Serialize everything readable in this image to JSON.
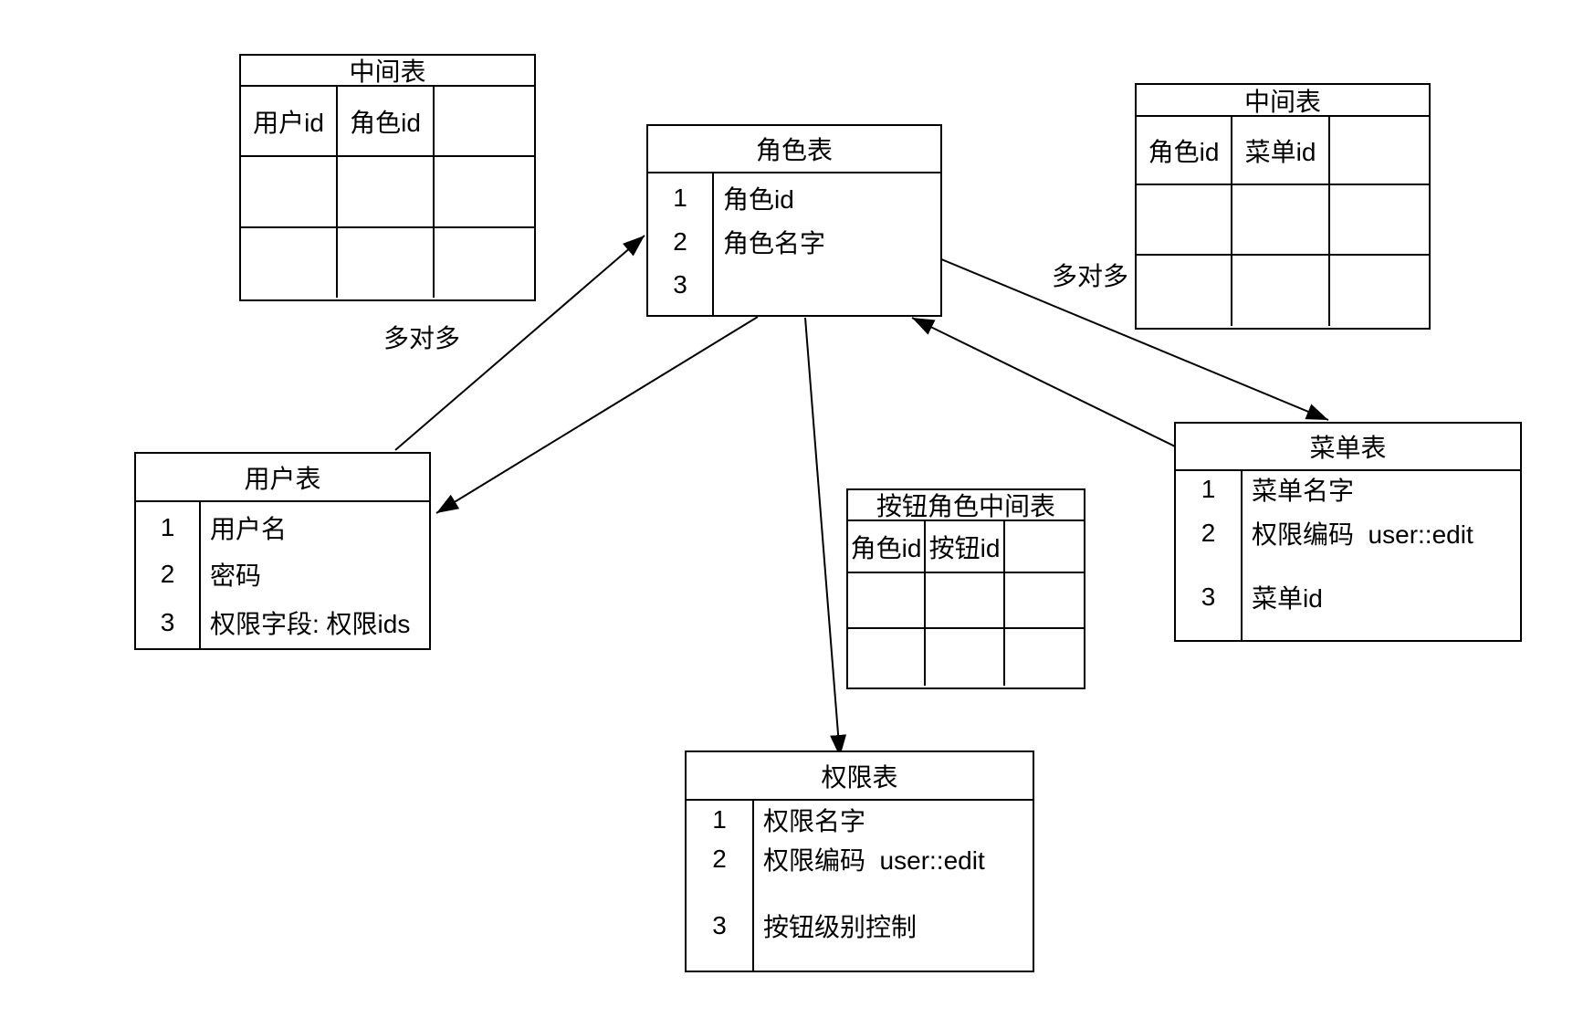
{
  "canvas": {
    "background": "#ffffff",
    "line_color": "#000000",
    "text_color": "#000000"
  },
  "labels": {
    "many_to_many_left": "多对多",
    "many_to_many_right": "多对多"
  },
  "tables": {
    "junction_user_role": {
      "title": "中间表",
      "col1": "用户id",
      "col2": "角色id",
      "col3": ""
    },
    "junction_role_menu": {
      "title": "中间表",
      "col1": "角色id",
      "col2": "菜单id",
      "col3": ""
    },
    "button_role_junction": {
      "title": "按钮角色中间表",
      "col1": "角色id",
      "col2": "按钮id",
      "col3": ""
    },
    "role": {
      "title": "角色表",
      "rows": [
        {
          "num": "1",
          "text": "角色id"
        },
        {
          "num": "2",
          "text": "角色名字"
        },
        {
          "num": "3",
          "text": ""
        }
      ]
    },
    "user": {
      "title": "用户表",
      "rows": [
        {
          "num": "1",
          "text": "用户名"
        },
        {
          "num": "2",
          "text": "密码"
        },
        {
          "num": "3",
          "text": "权限字段: 权限ids"
        }
      ]
    },
    "menu": {
      "title": "菜单表",
      "rows": [
        {
          "num": "1",
          "text": "菜单名字"
        },
        {
          "num": "2",
          "text": "权限编码  user::edit"
        },
        {
          "num": "3",
          "text": "菜单id"
        }
      ]
    },
    "permission": {
      "title": "权限表",
      "rows": [
        {
          "num": "1",
          "text": "权限名字"
        },
        {
          "num": "2",
          "text": "权限编码  user::edit"
        },
        {
          "num": "3",
          "text": "按钮级别控制"
        }
      ]
    }
  }
}
